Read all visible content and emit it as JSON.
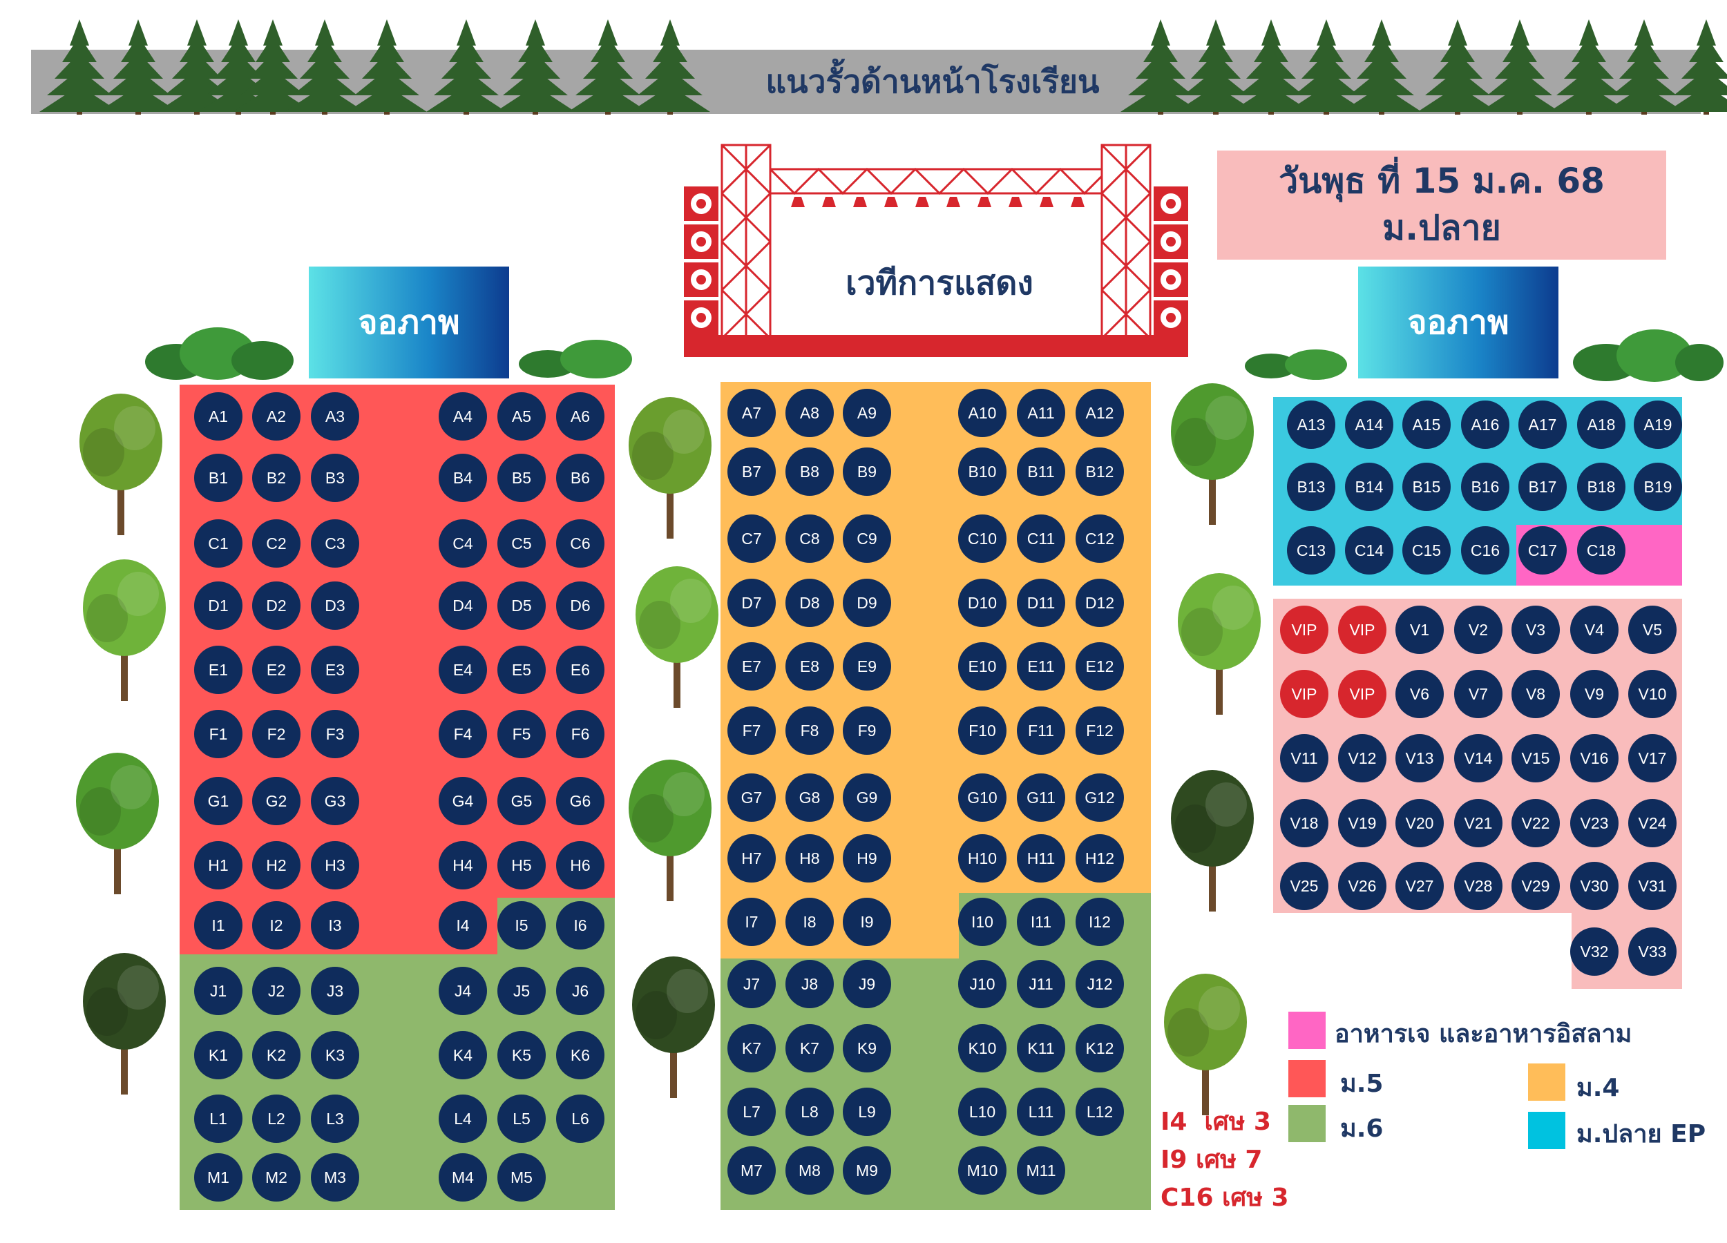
{
  "header": {
    "fence_label": "แนวรั้วด้านหน้าโรงเรียน"
  },
  "stage": {
    "label": "เวทีการแสดง"
  },
  "screens": {
    "left_label": "จอภาพ",
    "right_label": "จอภาพ"
  },
  "event": {
    "date": "วันพุธ ที่ 15 ม.ค. 68",
    "level": "ม.ปลาย"
  },
  "colors": {
    "m5": "#ff5757",
    "m4": "#ffbd59",
    "m6": "#8fb86c",
    "ep": "#3bc9e0",
    "halal": "#ff66c4",
    "vip_area": "#f9bcbc",
    "seat": "#0f2c5c",
    "vip_seat": "#d7262d"
  },
  "legend": [
    {
      "label": "อาหารเจ และอาหารอิสลาม",
      "color": "#ff66c4"
    },
    {
      "label": "ม.5",
      "color": "#ff5757"
    },
    {
      "label": "ม.4",
      "color": "#ffbd59"
    },
    {
      "label": "ม.6",
      "color": "#8fb86c"
    },
    {
      "label": "ม.ปลาย EP",
      "color": "#00c2e0"
    }
  ],
  "notes": [
    "I4  เศษ 3",
    "I9 เศษ 7",
    "C16 เศษ 3"
  ],
  "sections": {
    "left_a": [
      "A1",
      "A2",
      "A3",
      "B1",
      "B2",
      "B3",
      "C1",
      "C2",
      "C3",
      "D1",
      "D2",
      "D3",
      "E1",
      "E2",
      "E3",
      "F1",
      "F2",
      "F3",
      "G1",
      "G2",
      "G3",
      "H1",
      "H2",
      "H3",
      "I1",
      "I2",
      "I3",
      "J1",
      "J2",
      "J3",
      "K1",
      "K2",
      "K3",
      "L1",
      "L2",
      "L3",
      "M1",
      "M2",
      "M3"
    ],
    "left_b": [
      "A4",
      "A5",
      "A6",
      "B4",
      "B5",
      "B6",
      "C4",
      "C5",
      "C6",
      "D4",
      "D5",
      "D6",
      "E4",
      "E5",
      "E6",
      "F4",
      "F5",
      "F6",
      "G4",
      "G5",
      "G6",
      "H4",
      "H5",
      "H6",
      "I4",
      "I5",
      "I6",
      "J4",
      "J5",
      "J6",
      "K4",
      "K5",
      "K6",
      "L4",
      "L5",
      "L6",
      "M4",
      "M5"
    ],
    "mid_a": [
      "A7",
      "A8",
      "A9",
      "B7",
      "B8",
      "B9",
      "C7",
      "C8",
      "C9",
      "D7",
      "D8",
      "D9",
      "E7",
      "E8",
      "E9",
      "F7",
      "F8",
      "F9",
      "G7",
      "G8",
      "G9",
      "H7",
      "H8",
      "H9",
      "I7",
      "I8",
      "I9",
      "J7",
      "J8",
      "J9",
      "K7",
      "K7",
      "K9",
      "L7",
      "L8",
      "L9",
      "M7",
      "M8",
      "M9"
    ],
    "mid_b": [
      "A10",
      "A11",
      "A12",
      "B10",
      "B11",
      "B12",
      "C10",
      "C11",
      "C12",
      "D10",
      "D11",
      "D12",
      "E10",
      "E11",
      "E12",
      "F10",
      "F11",
      "F12",
      "G10",
      "G11",
      "G12",
      "H10",
      "H11",
      "H12",
      "I10",
      "I11",
      "I12",
      "J10",
      "J11",
      "J12",
      "K10",
      "K11",
      "K12",
      "L10",
      "L11",
      "L12",
      "M10",
      "M11"
    ],
    "ep": [
      "A13",
      "A14",
      "A15",
      "A16",
      "A17",
      "A18",
      "A19",
      "B13",
      "B14",
      "B15",
      "B16",
      "B17",
      "B18",
      "B19",
      "C13",
      "C14",
      "C15",
      "C16",
      "C17",
      "C18"
    ],
    "vip": [
      "VIP",
      "VIP",
      "V1",
      "V2",
      "V3",
      "V4",
      "V5",
      "VIP",
      "VIP",
      "V6",
      "V7",
      "V8",
      "V9",
      "V10",
      "V11",
      "V12",
      "V13",
      "V14",
      "V15",
      "V16",
      "V17",
      "V18",
      "V19",
      "V20",
      "V21",
      "V22",
      "V23",
      "V24",
      "V25",
      "V26",
      "V27",
      "V28",
      "V29",
      "V30",
      "V31",
      "V32",
      "V33"
    ]
  }
}
